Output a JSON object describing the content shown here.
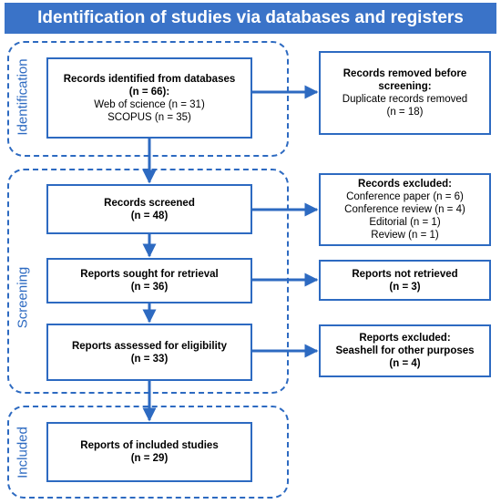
{
  "title": "Identification of studies via databases and registers",
  "phases": {
    "identification": "Identification",
    "screening": "Screening",
    "included": "Included"
  },
  "boxes": {
    "identified": {
      "title": "Records identified from databases",
      "count": "(n = 66):",
      "line1": "Web of science (n = 31)",
      "line2": "SCOPUS (n = 35)"
    },
    "removed": {
      "title1": "Records removed before",
      "title2": "screening:",
      "line1": "Duplicate records removed",
      "line2": "(n = 18)"
    },
    "screened": {
      "title": "Records screened",
      "count": "(n = 48)"
    },
    "excluded": {
      "title": "Records excluded:",
      "line1": "Conference paper (n = 6)",
      "line2": "Conference review (n = 4)",
      "line3": "Editorial (n = 1)",
      "line4": "Review (n = 1)"
    },
    "sought": {
      "title": "Reports sought for retrieval",
      "count": "(n = 36)"
    },
    "not_retrieved": {
      "title": "Reports not retrieved",
      "count": "(n = 3)"
    },
    "assessed": {
      "title": "Reports assessed for eligibility",
      "count": "(n = 33)"
    },
    "reports_excluded": {
      "title": "Reports excluded:",
      "line1": "Seashell for other purposes",
      "line2": "(n = 4)"
    },
    "included": {
      "title": "Reports of included studies",
      "count": "(n = 29)"
    }
  },
  "colors": {
    "accent": "#2d6ac1",
    "banner": "#3a73c8"
  }
}
